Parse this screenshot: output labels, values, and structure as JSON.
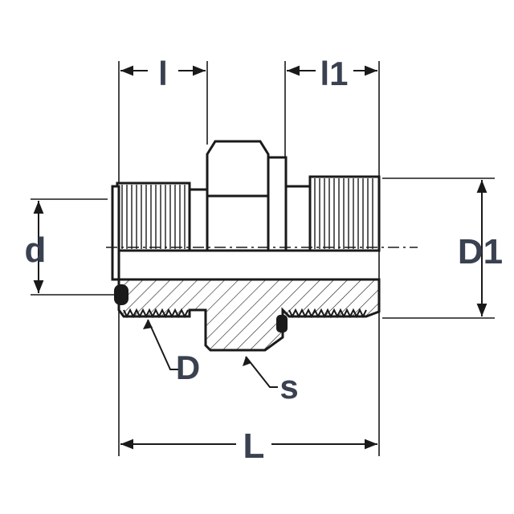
{
  "labels": {
    "l": "l",
    "l1": "l1",
    "d": "d",
    "D1": "D1",
    "D": "D",
    "s": "s",
    "L": "L"
  },
  "colors": {
    "label": "#3a4150",
    "line": "#1a1a1a",
    "background": "#ffffff"
  }
}
